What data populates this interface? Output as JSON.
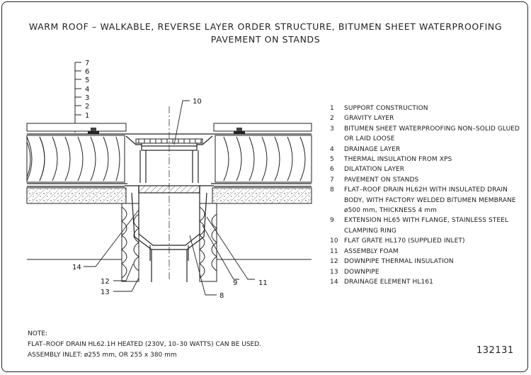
{
  "title_line1": "WARM ROOF – WALKABLE, REVERSE LAYER ORDER STRUCTURE, BITUMEN SHEET WATERPROOFING",
  "title_line2": "PAVEMENT ON STANDS",
  "legend": [
    {
      "num": "1",
      "text": "SUPPORT CONSTRUCTION"
    },
    {
      "num": "2",
      "text": "GRAVITY LAYER"
    },
    {
      "num": "3",
      "text": "BITUMEN SHEET WATERPROOFING NON–SOLID GLUED OR LAID LOOSE"
    },
    {
      "num": "4",
      "text": "DRAINAGE LAYER"
    },
    {
      "num": "5",
      "text": "THERMAL INSULATION FROM XPS"
    },
    {
      "num": "6",
      "text": "DILATATION LAYER"
    },
    {
      "num": "7",
      "text": "PAVEMENT ON STANDS"
    },
    {
      "num": "8",
      "text": "FLAT–ROOF DRAIN HL62H WITH INSULATED DRAIN BODY, WITH FACTORY WELDED BITUMEN MEMBRANE ø500 mm, THICKNESS 4 mm"
    },
    {
      "num": "9",
      "text": "EXTENSION HL65 WITH FLANGE, STAINLESS STEEL CLAMPING RING"
    },
    {
      "num": "10",
      "text": "FLAT GRATE HL170 (SUPPLIED INLET)"
    },
    {
      "num": "11",
      "text": "ASSEMBLY FOAM"
    },
    {
      "num": "12",
      "text": "DOWNPIPE THERMAL INSULATION"
    },
    {
      "num": "13",
      "text": "DOWNPIPE"
    },
    {
      "num": "14",
      "text": "DRAINAGE ELEMENT HL161"
    }
  ],
  "stack_labels": [
    "7",
    "6",
    "5",
    "4",
    "3",
    "2",
    "1"
  ],
  "callouts": {
    "c10": "10",
    "c14": "14",
    "c12": "12",
    "c13": "13",
    "c8": "8",
    "c9": "9",
    "c11": "11"
  },
  "note_heading": "NOTE:",
  "note_line1": "FLAT–ROOF DRAIN HL62.1H HEATED (230V, 10–30 WATTS) CAN BE USED.",
  "note_line2": "ASSEMBLY INLET: ø255 mm, OR 255 x 380 mm",
  "drawing_code": "132131"
}
